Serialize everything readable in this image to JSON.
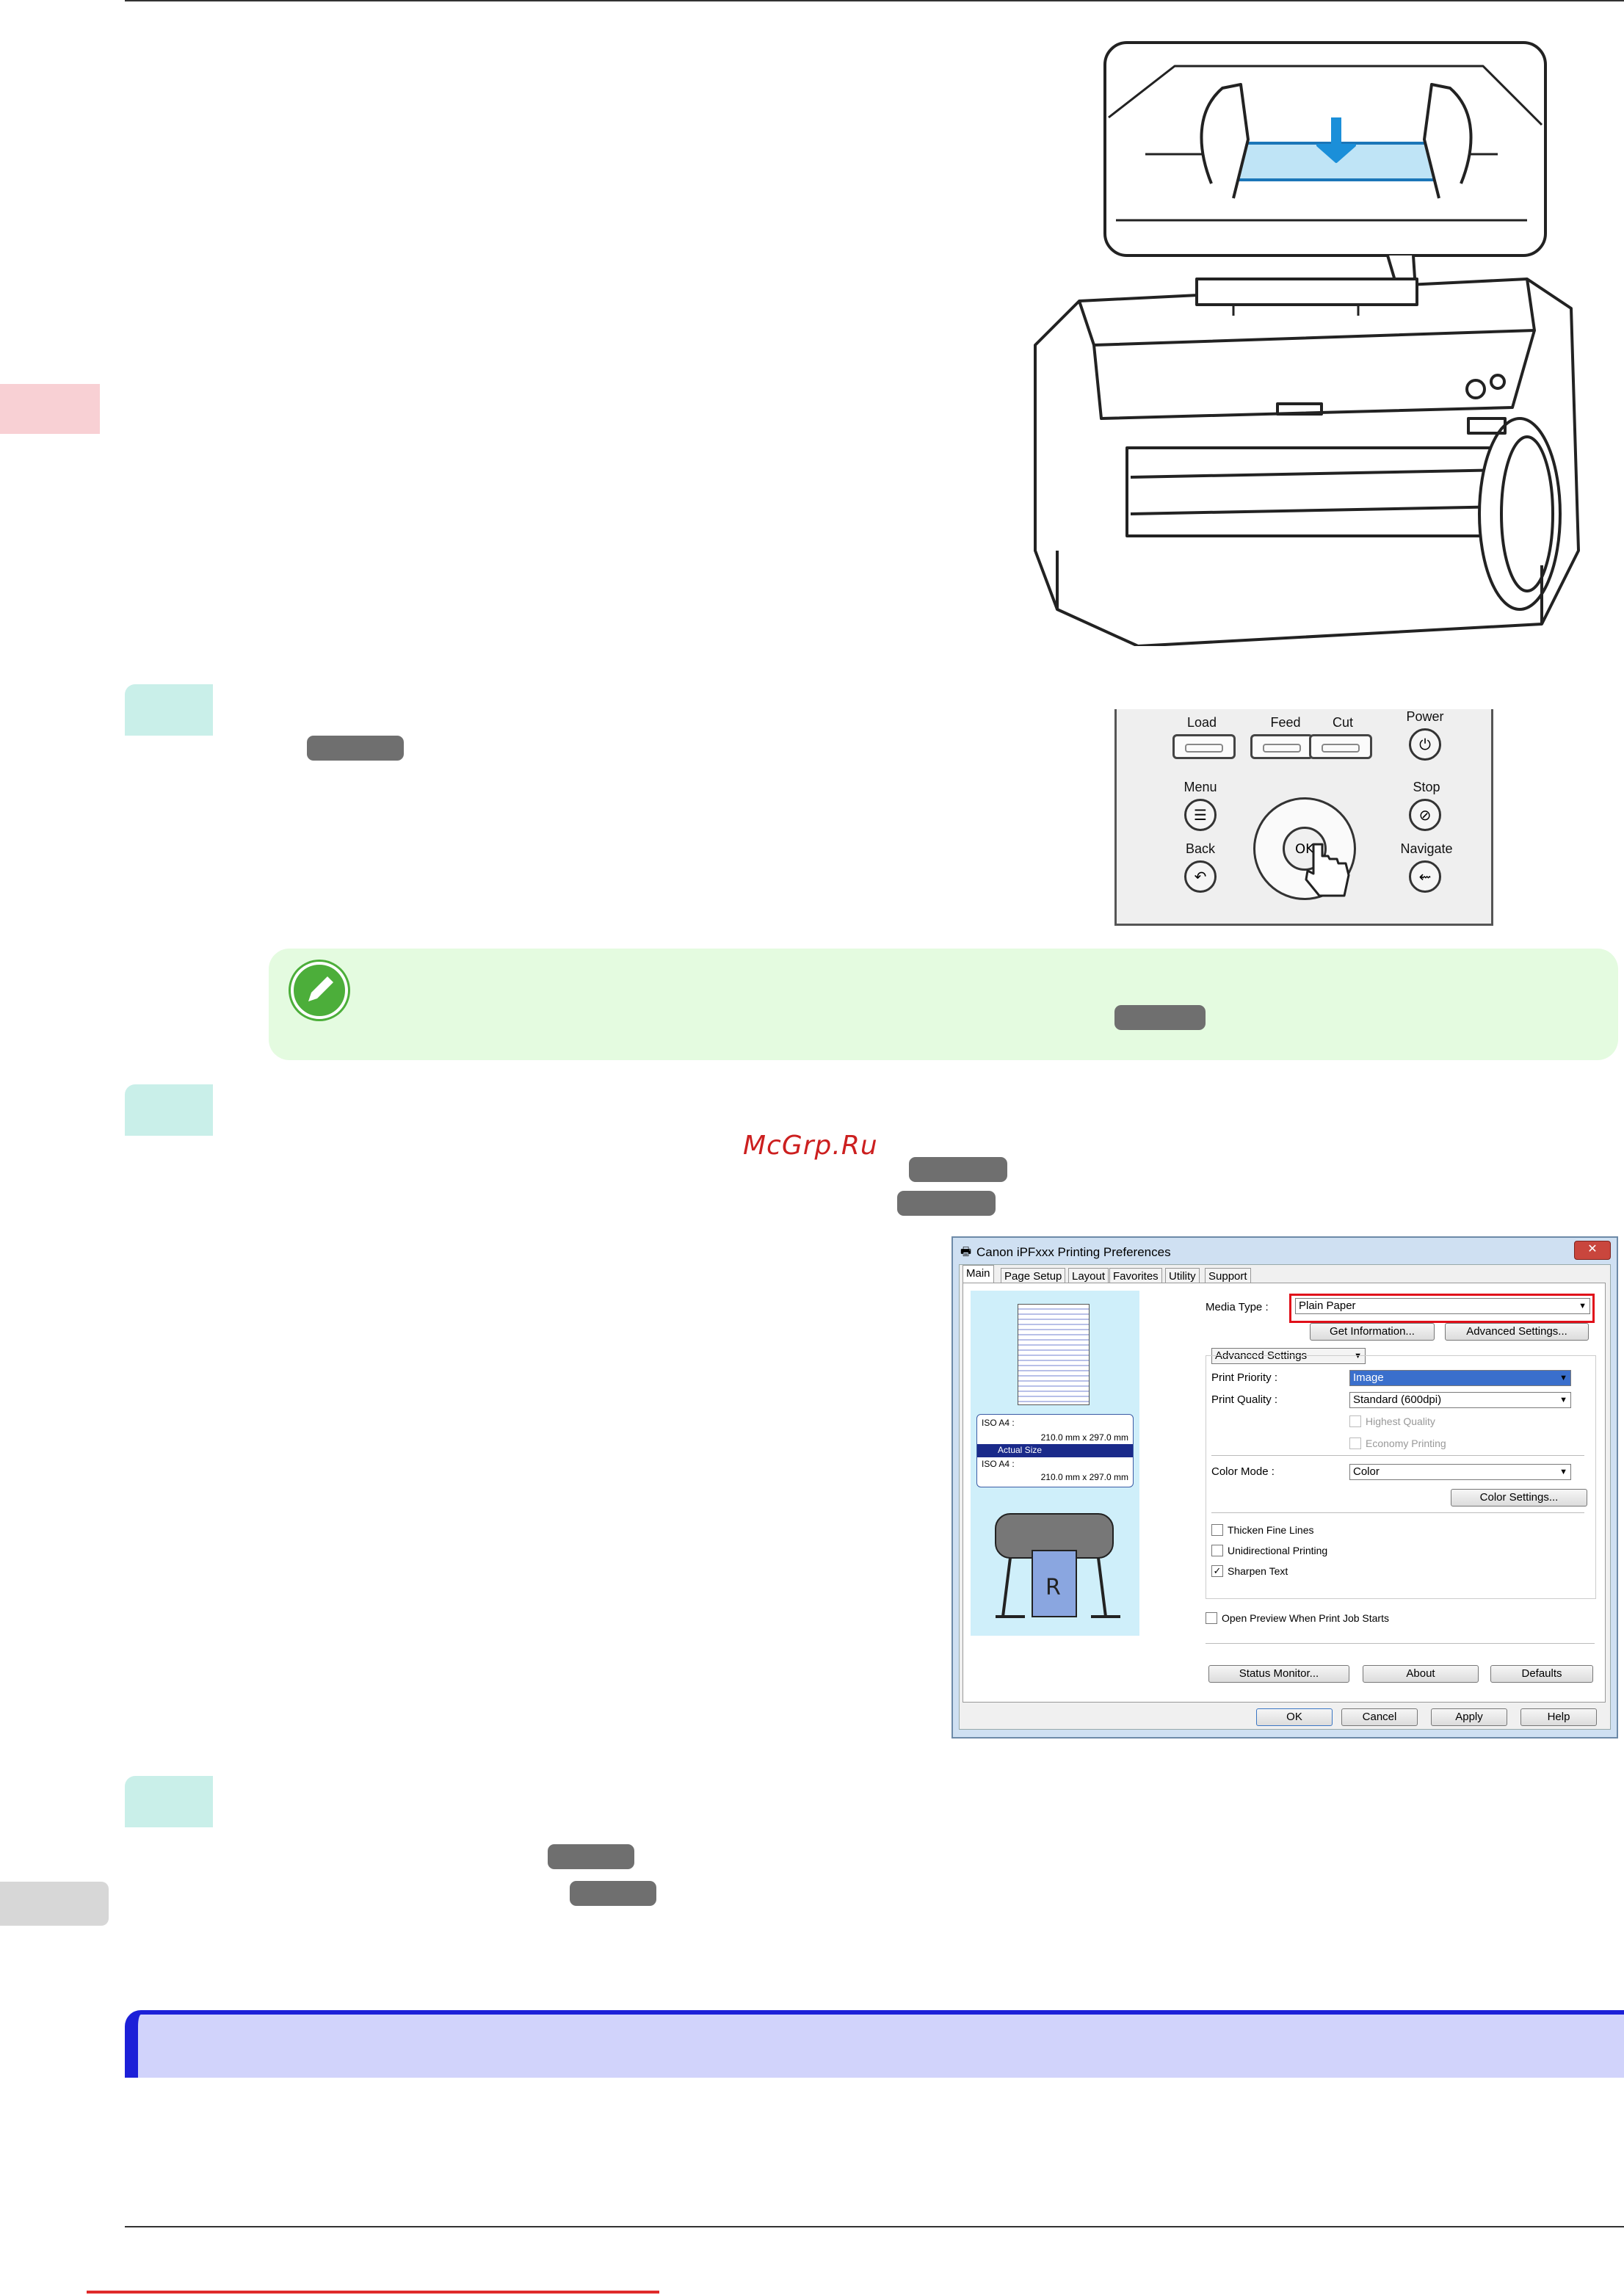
{
  "watermark": "McGrp.Ru",
  "control_panel": {
    "load": "Load",
    "feed": "Feed",
    "cut": "Cut",
    "power": "Power",
    "menu": "Menu",
    "stop": "Stop",
    "back": "Back",
    "navigate": "Navigate",
    "ok": "OK"
  },
  "dialog": {
    "title": "Canon iPFxxx Printing Preferences",
    "tabs": [
      "Main",
      "Page Setup",
      "Layout",
      "Favorites",
      "Utility",
      "Support"
    ],
    "media_type_label": "Media Type :",
    "media_type_value": "Plain Paper",
    "get_information": "Get Information...",
    "advanced_settings_btn": "Advanced Settings...",
    "settings_mode": "Advanced Settings",
    "print_priority_label": "Print Priority :",
    "print_priority_value": "Image",
    "print_quality_label": "Print Quality :",
    "print_quality_value": "Standard (600dpi)",
    "highest_quality": "Highest Quality",
    "economy_printing": "Economy Printing",
    "color_mode_label": "Color Mode :",
    "color_mode_value": "Color",
    "color_settings": "Color Settings...",
    "thicken_fine_lines": "Thicken Fine Lines",
    "unidirectional_printing": "Unidirectional Printing",
    "sharpen_text": "Sharpen Text",
    "open_preview": "Open Preview When Print Job Starts",
    "status_monitor": "Status Monitor...",
    "about": "About",
    "defaults": "Defaults",
    "ok": "OK",
    "cancel": "Cancel",
    "apply": "Apply",
    "help": "Help",
    "size_line1": "ISO A4 :",
    "size_line2": "210.0 mm x 297.0 mm",
    "size_line3": "Actual Size",
    "size_line4": "ISO A4 :",
    "size_line5": "210.0 mm x 297.0 mm",
    "printer_sheet_letter": "R"
  },
  "colors": {
    "step_tab": "#c9efe9",
    "side_tab": "#f8d0d4",
    "note_bg": "#e4fbe0",
    "section_bar": "#d1d3fb",
    "section_accent": "#1c20d8",
    "link_pill": "#6f6f6f",
    "watermark": "#cc1f1f"
  }
}
